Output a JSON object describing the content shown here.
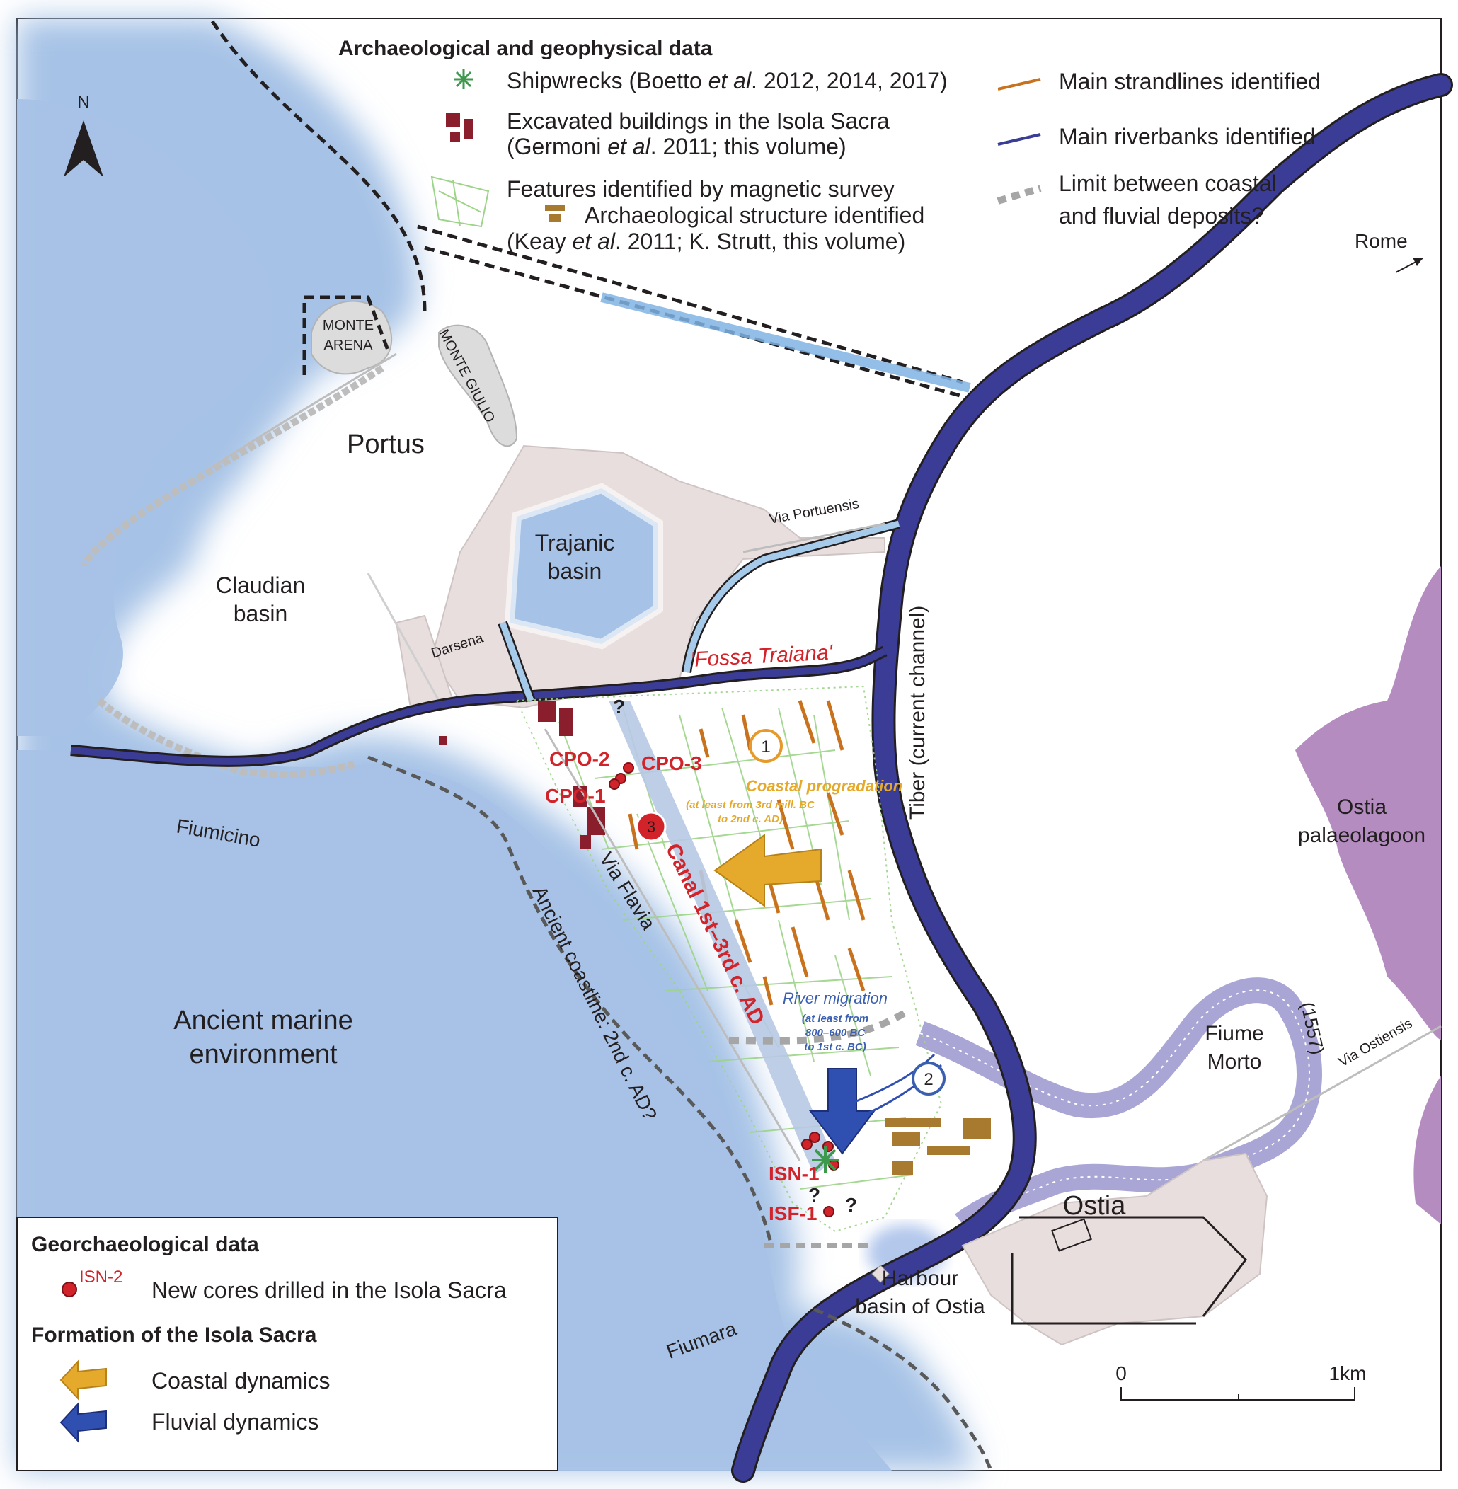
{
  "north": "N",
  "legend_top": {
    "title": "Archaeological and geophysical data",
    "shipwrecks_a": "Shipwrecks (Boetto ",
    "shipwrecks_b": "et al",
    "shipwrecks_c": ". 2012, 2014, 2017)",
    "buildings_1": "Excavated buildings in the Isola Sacra",
    "buildings_2a": "(Germoni ",
    "buildings_2b": "et al",
    "buildings_2c": ". 2011; this volume)",
    "magnetic_1": "Features identified by magnetic survey",
    "magnetic_2": "Archaeological structure identified",
    "magnetic_3a": "(Keay ",
    "magnetic_3b": "et al",
    "magnetic_3c": ". 2011; K. Strutt, this volume)",
    "strandlines": "Main strandlines identified",
    "riverbanks": "Main riverbanks identified",
    "limit_1": "Limit between coastal",
    "limit_2": "and fluvial deposits?"
  },
  "legend_bottom": {
    "geo_title": "Georchaeological data",
    "core_tag": "ISN-2",
    "cores": "New cores drilled in the Isola Sacra",
    "formation_title": "Formation of the Isola Sacra",
    "coastal": "Coastal dynamics",
    "fluvial": "Fluvial dynamics"
  },
  "places": {
    "rome": "Rome",
    "monte_arena_1": "MONTE",
    "monte_arena_2": "ARENA",
    "monte_giulio": "MONTE GIULIO",
    "portus": "Portus",
    "trajanic_1": "Trajanic",
    "trajanic_2": "basin",
    "claudian_1": "Claudian",
    "claudian_2": "basin",
    "darsena": "Darsena",
    "via_portuensis": "Via Portuensis",
    "fossa": "'Fossa Traiana'",
    "tiber": "Tiber (current channel)",
    "fiumicino": "Fiumicino",
    "via_flavia": "Via Flavia",
    "coastline": "Ancient coastline: 2nd c. AD?",
    "marine_1": "Ancient marine",
    "marine_2": "environment",
    "canal": "Canal 1st–3rd c. AD",
    "coastal_prog": "Coastal progradation",
    "coastal_prog_2": "(at least from 3rd mill. BC",
    "coastal_prog_3": "to 2nd c. AD)",
    "river_mig": "River migration",
    "river_mig_2": "(at least from",
    "river_mig_3": "800–600 BC",
    "river_mig_4": "to 1st c. BC)",
    "ostia_lagoon_1": "Ostia",
    "ostia_lagoon_2": "palaeolagoon",
    "fiume_1": "Fiume",
    "fiume_2": "Morto",
    "year_1557": "(1557)",
    "via_ostiensis": "Via Ostiensis",
    "ostia": "Ostia",
    "harbour_1": "Harbour",
    "harbour_2": "basin of Ostia",
    "fiumara": "Fiumara"
  },
  "cores": {
    "cpo2": "CPO-2",
    "cpo3": "CPO-3",
    "cpo1": "CPO-1",
    "isn1": "ISN-1",
    "isf1": "ISF-1",
    "q": "?"
  },
  "markers": {
    "m1": "1",
    "m2": "2",
    "m3": "3"
  },
  "scale": {
    "zero": "0",
    "km": "1km"
  },
  "colors": {
    "sea": "#a7c4e6",
    "tiber": "#3b3c95",
    "strand": "#c8721e",
    "coastal_arrow": "#e5a92b",
    "core_red": "#d2232a",
    "magnetic_green": "#9dd489",
    "palaeolagoon": "#b48cc0",
    "fiume_morto": "#a9a6d6",
    "urban": "#e8dede"
  }
}
